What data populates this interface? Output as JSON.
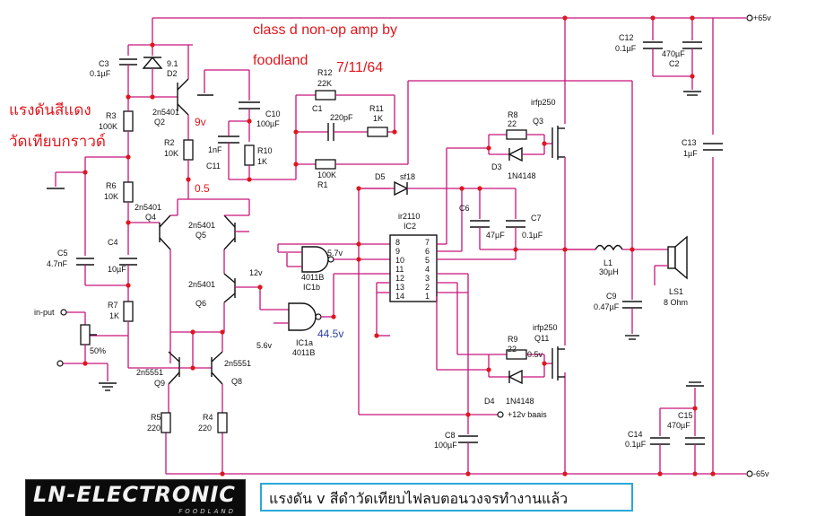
{
  "title": {
    "line1": "class d non-op amp by",
    "line2": "foodland",
    "date": "7/11/64"
  },
  "legend_note": {
    "line1": "แรงดันสีแดง",
    "line2": "วัดเทียบกราวด์"
  },
  "footer_note": "แรงดัน   v   สีดำวัดเทียบไฟลบตอนวงจรทำงานแล้ว",
  "logo": {
    "main": "LN-ELECTRONIC",
    "sub": "FOODLAND"
  },
  "rails": {
    "positive": "+65v",
    "negative": "-65v",
    "bias": "+12v baais",
    "input": "in-put"
  },
  "voltages": {
    "v9": "9v",
    "v05": "0.5",
    "v12": "12v",
    "v57": "5.7v",
    "v56": "5.6v",
    "v445": "44.5v",
    "v05b": "0.5v"
  },
  "components": {
    "c3": [
      "C3",
      "0.1µF"
    ],
    "d2": [
      "9.1",
      "D2"
    ],
    "q2": [
      "2n5401",
      "Q2"
    ],
    "r3": [
      "R3",
      "100K"
    ],
    "r2": [
      "R2",
      "10K"
    ],
    "c11": [
      "1nF",
      "C11"
    ],
    "c10": [
      "C10",
      "100µF"
    ],
    "r10": [
      "R10",
      "1K"
    ],
    "r12": [
      "R12",
      "22K"
    ],
    "c1": [
      "C1",
      "220pF"
    ],
    "r11": [
      "R11",
      "1K"
    ],
    "r1": [
      "100K",
      "R1"
    ],
    "r6": [
      "R6",
      "10K"
    ],
    "q4": [
      "2n5401",
      "Q4"
    ],
    "q5": [
      "2n5401",
      "Q5"
    ],
    "c5": [
      "C5",
      "4.7nF"
    ],
    "c4": [
      "C4",
      "10µF"
    ],
    "q6": [
      "2n5401",
      "Q6"
    ],
    "r7": [
      "R7",
      "1K"
    ],
    "pot": "50%",
    "q9": [
      "2n5551",
      "Q9"
    ],
    "q8": [
      "2n5551",
      "Q8"
    ],
    "r5": [
      "R5",
      "220"
    ],
    "r4": [
      "R4",
      "220"
    ],
    "ic1b": [
      "4011B",
      "IC1b"
    ],
    "ic1a": [
      "IC1a",
      "4011B"
    ],
    "ic2": [
      "ir2110",
      "IC2"
    ],
    "d5": [
      "D5",
      "sf18"
    ],
    "r8": [
      "R8",
      "22"
    ],
    "d3": [
      "D3",
      "1N4148"
    ],
    "q3": [
      "irfp250",
      "Q3"
    ],
    "c6": [
      "C6",
      "47µF"
    ],
    "c7": [
      "C7",
      "0.1µF"
    ],
    "r9": [
      "R9",
      "22"
    ],
    "d4": [
      "D4",
      "1N4148"
    ],
    "q11": [
      "irfp250",
      "Q11"
    ],
    "c8": [
      "C8",
      "100µF"
    ],
    "c12": [
      "C12",
      "0.1µF"
    ],
    "c2": [
      "470µF",
      "C2"
    ],
    "c13": [
      "C13",
      "1µF"
    ],
    "l1": [
      "L1",
      "30µH"
    ],
    "c9": [
      "C9",
      "0.47µF"
    ],
    "ls1": [
      "LS1",
      "8 Ohm"
    ],
    "c14": [
      "C14",
      "0.1µF"
    ],
    "c15": [
      "C15",
      "470µF"
    ]
  },
  "ic2_pins": {
    "left": [
      "8",
      "9",
      "10",
      "11",
      "12",
      "13",
      "14"
    ],
    "right": [
      "7",
      "6",
      "5",
      "4",
      "3",
      "2",
      "1"
    ]
  }
}
